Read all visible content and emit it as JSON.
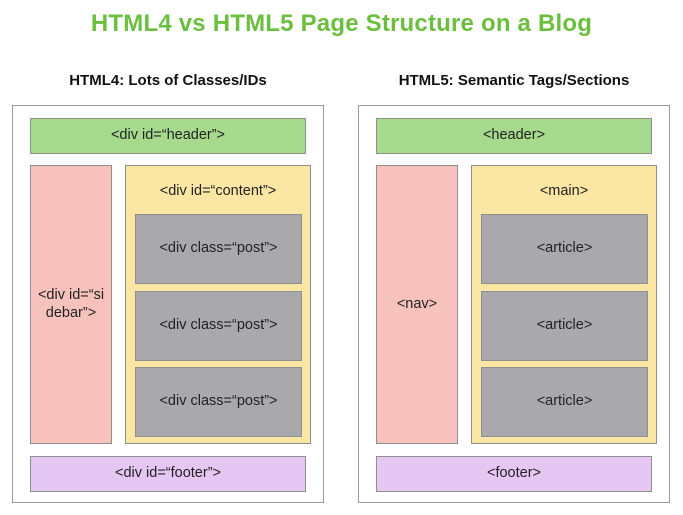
{
  "title": "HTML4 vs HTML5 Page Structure on a Blog",
  "html4": {
    "heading": "HTML4: Lots of Classes/IDs",
    "header": "<div id=“header”>",
    "sidebar": "<div id=“sidebar”>",
    "content": "<div id=“content”>",
    "posts": [
      "<div class=“post”>",
      "<div class=“post”>",
      "<div class=“post”>"
    ],
    "footer": "<div id=“footer”>"
  },
  "html5": {
    "heading": "HTML5: Semantic Tags/Sections",
    "header": "<header>",
    "nav": "<nav>",
    "main": "<main>",
    "articles": [
      "<article>",
      "<article>",
      "<article>"
    ],
    "footer": "<footer>"
  },
  "colors": {
    "title": "#6bbf3f",
    "header": "#a6da8c",
    "sidebar": "#f8c2bc",
    "content": "#fbe6a3",
    "post": "#a9a9ad",
    "footer": "#e6c7f4"
  }
}
